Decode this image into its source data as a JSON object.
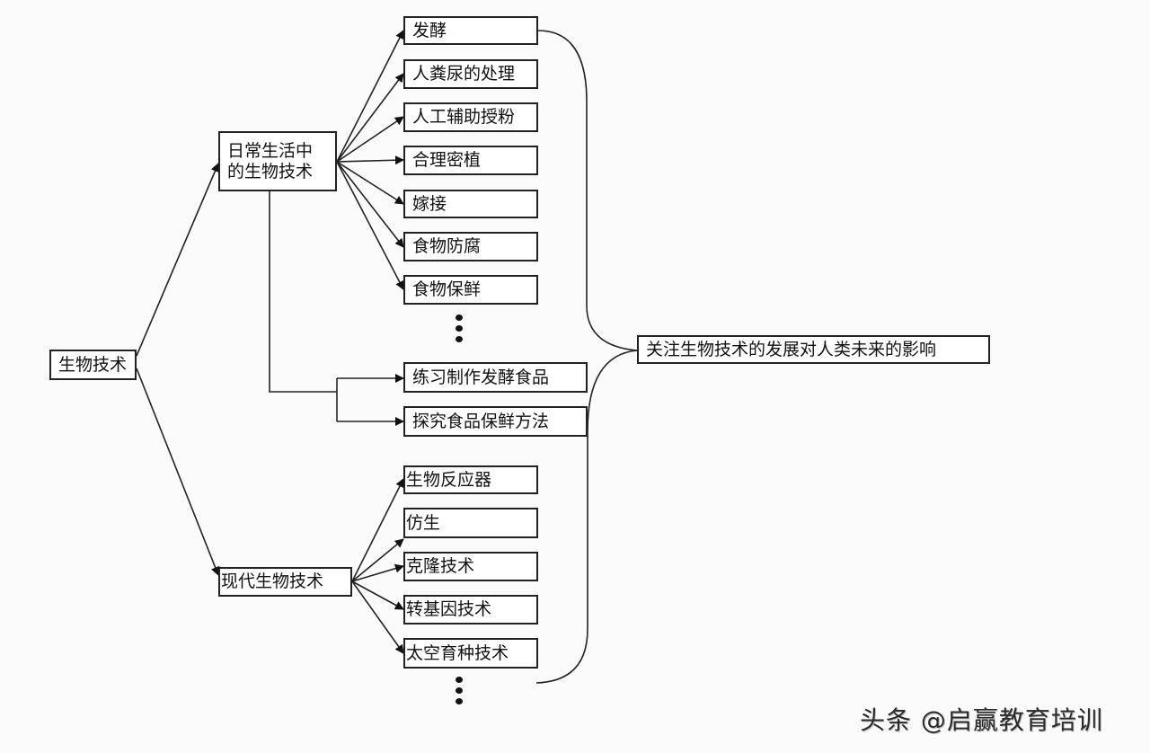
{
  "diagram": {
    "root": {
      "label": "生物技术"
    },
    "branches": [
      {
        "id": "daily",
        "label_lines": [
          "日常生活中",
          "的生物技术"
        ],
        "children": [
          "发酵",
          "人粪尿的处理",
          "人工辅助授粉",
          "合理密植",
          "嫁接",
          "食物防腐",
          "食物保鲜"
        ],
        "has_more": true,
        "activities": [
          "练习制作发酵食品",
          "探究食品保鲜方法"
        ]
      },
      {
        "id": "modern",
        "label_lines": [
          "现代生物技术"
        ],
        "children": [
          "生物反应器",
          "仿生",
          "克隆技术",
          "转基因技术",
          "太空育种技术"
        ],
        "has_more": true
      }
    ],
    "summary": {
      "label": "关注生物技术的发展对人类未来的影响"
    }
  },
  "watermark": "头条 @启赢教育培训"
}
